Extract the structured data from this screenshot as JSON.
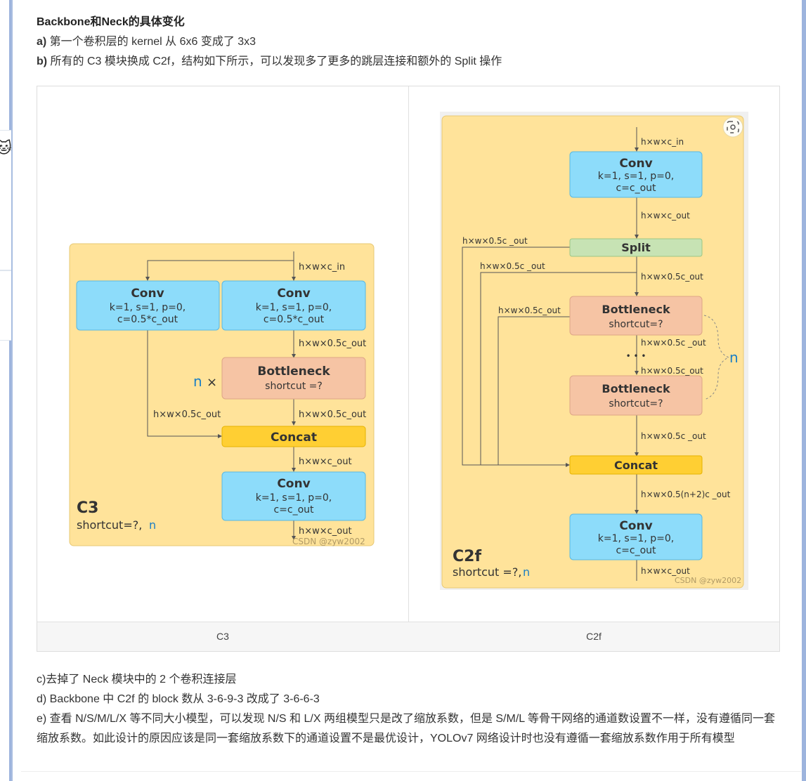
{
  "article": {
    "heading": "Backbone和Neck的具体变化",
    "line_a_prefix": "a)",
    "line_a_text": " 第一个卷积层的 kernel 从 6x6 变成了 3x3",
    "line_b_prefix": "b)",
    "line_b_text": " 所有的 C3 模块换成 C2f，结构如下所示，可以发现多了更多的跳层连接和额外的 Split 操作",
    "line_c": "c)去掉了 Neck 模块中的 2 个卷积连接层",
    "line_d": "d) Backbone 中 C2f 的 block 数从 3-6-9-3 改成了 3-6-6-3",
    "line_e": "e) 查看 N/S/M/L/X 等不同大小模型，可以发现 N/S 和 L/X 两组模型只是改了缩放系数，但是 S/M/L 等骨干网络的通道数设置不一样，没有遵循同一套缩放系数。如此设计的原因应该是同一套缩放系数下的通道设置不是最优设计，YOLOv7 网络设计时也没有遵循一套缩放系数作用于所有模型"
  },
  "captions": {
    "left": "C3",
    "right": "C2f"
  },
  "c3": {
    "conv1_title": "Conv",
    "conv1_l1": "k=1, s=1, p=0,",
    "conv1_l2": "c=0.5*c_out",
    "conv2_title": "Conv",
    "conv2_l1": "k=1, s=1, p=0,",
    "conv2_l2": "c=0.5*c_out",
    "bottleneck_title": "Bottleneck",
    "bottleneck_sub": "shortcut =?",
    "n_times_n": "n",
    "n_times_x": "×",
    "concat": "Concat",
    "conv3_title": "Conv",
    "conv3_l1": "k=1, s=1, p=0,",
    "conv3_l2": "c=c_out",
    "lbl_in": "h×w×c_in",
    "lbl_half1": "h×w×0.5c_out",
    "lbl_half2": "h×w×0.5c_out",
    "lbl_half_left": "h×w×0.5c_out",
    "lbl_cout1": "h×w×c_out",
    "lbl_cout2": "h×w×c_out",
    "name": "C3",
    "shortcut_text": "shortcut=?,",
    "shortcut_n": "n",
    "watermark": "CSDN @zyw2002"
  },
  "c2f": {
    "conv1_title": "Conv",
    "conv1_l1": "k=1, s=1, p=0,",
    "conv1_l2": "c=c_out",
    "split": "Split",
    "bn1_title": "Bottleneck",
    "bn1_sub": "shortcut=?",
    "bn2_title": "Bottleneck",
    "bn2_sub": "shortcut=?",
    "dots": "• • •",
    "brace_n": "n",
    "concat": "Concat",
    "conv2_title": "Conv",
    "conv2_l1": "k=1, s=1, p=0,",
    "conv2_l2": "c=c_out",
    "lbl_in": "h×w×c_in",
    "lbl_cout": "h×w×c_out",
    "lbl_split_left": "h×w×0.5c _out",
    "lbl_split_left2": "h×w×0.5c _out",
    "lbl_split_down": "h×w×0.5c_out",
    "lbl_bn_left": "h×w×0.5c_out",
    "lbl_bn1_out": "h×w×0.5c _out",
    "lbl_bn2_in": "h×w×0.5c_out",
    "lbl_bn2_out": "h×w×0.5c _out",
    "lbl_concat_out": "h×w×0.5(n+2)c _out",
    "lbl_out": "h×w×c_out",
    "name": "C2f",
    "shortcut_text": "shortcut =?,",
    "shortcut_n": "n",
    "watermark": "CSDN @zyw2002"
  },
  "colors": {
    "panel_bg": "#ffe39a",
    "conv": "#8ddcfa",
    "bottleneck": "#f6c4a4",
    "concat": "#ffcf33",
    "split": "#c7e3b4",
    "n_blue": "#1c7fc4"
  }
}
